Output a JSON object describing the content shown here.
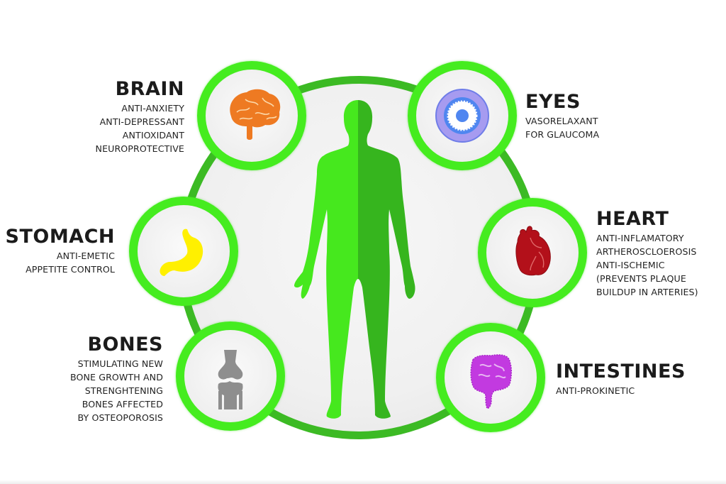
{
  "diagram": {
    "center_figure": "human-body-silhouette",
    "colors": {
      "ring_green": "#45ec1f",
      "big_ring_green": "#3cba24",
      "body_light_green": "#46e81e",
      "body_dark_green": "#36b51e",
      "brain_orange": "#ee7a22",
      "eye_purple": "#a69bf0",
      "eye_blue": "#4f86f0",
      "stomach_yellow": "#fff000",
      "heart_red": "#b3101a",
      "bones_gray": "#8e8e8e",
      "intestines_purple": "#c23ae0"
    },
    "organs": [
      {
        "title": "BRAIN",
        "icon": "brain-icon",
        "benefits": [
          "ANTI-ANXIETY",
          "ANTI-DEPRESSANT",
          "ANTIOXIDANT",
          "NEUROPROTECTIVE"
        ]
      },
      {
        "title": "EYES",
        "icon": "eye-icon",
        "benefits": [
          "VASORELAXANT",
          "FOR GLAUCOMA"
        ]
      },
      {
        "title": "STOMACH",
        "icon": "stomach-icon",
        "benefits": [
          "ANTI-EMETIC",
          "APPETITE CONTROL"
        ]
      },
      {
        "title": "HEART",
        "icon": "heart-icon",
        "benefits": [
          "ANTI-INFLAMATORY",
          "ARTHEROSCLOEROSIS",
          "ANTI-ISCHEMIC",
          "(PREVENTS PLAQUE",
          "BUILDUP IN ARTERIES)"
        ]
      },
      {
        "title": "BONES",
        "icon": "bone-joint-icon",
        "benefits": [
          "STIMULATING NEW",
          "BONE GROWTH AND",
          "STRENGHTENING",
          "BONES AFFECTED",
          "BY OSTEOPOROSIS"
        ]
      },
      {
        "title": "INTESTINES",
        "icon": "intestines-icon",
        "benefits": [
          "ANTI-PROKINETIC"
        ]
      }
    ]
  }
}
